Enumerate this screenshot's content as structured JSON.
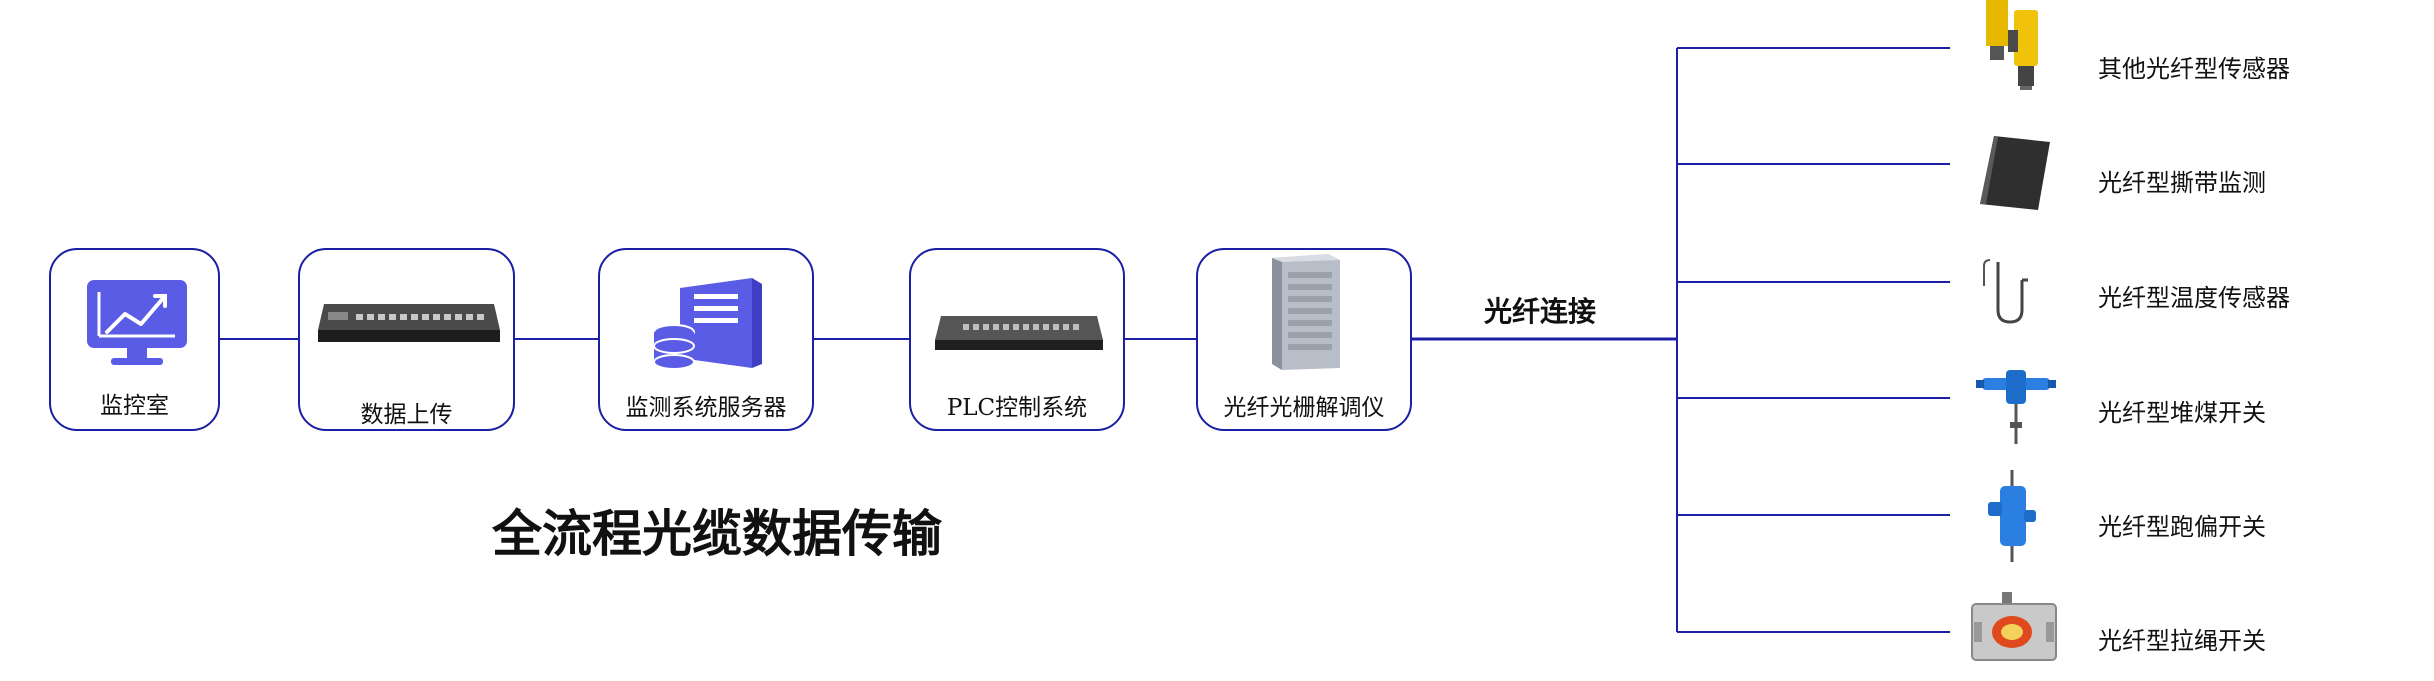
{
  "link_label": "光纤连接",
  "headline": "全流程光缆数据传输",
  "colors": {
    "line": "#1a1fa3",
    "accent": "#5b5ce6",
    "sensor_yellow": "#e6b800",
    "sensor_blue": "#2a7fe0"
  },
  "nodes": [
    {
      "label": "监控室",
      "icon": "monitor-chart-icon"
    },
    {
      "label": "数据上传",
      "icon": "network-switch-icon"
    },
    {
      "label": "监测系统服务器",
      "icon": "server-database-icon"
    },
    {
      "label": "PLC控制系统",
      "icon": "plc-switch-icon"
    },
    {
      "label": "光纤光栅解调仪",
      "icon": "demodulator-tower-icon"
    }
  ],
  "sensors": [
    {
      "label": "其他光纤型传感器",
      "icon": "yellow-sensor-icon"
    },
    {
      "label": "光纤型撕带监测",
      "icon": "tear-plate-icon"
    },
    {
      "label": "光纤型温度传感器",
      "icon": "temperature-probe-icon"
    },
    {
      "label": "光纤型堆煤开关",
      "icon": "coal-pile-switch-icon"
    },
    {
      "label": "光纤型跑偏开关",
      "icon": "deviation-switch-icon"
    },
    {
      "label": "光纤型拉绳开关",
      "icon": "pull-cord-switch-icon"
    }
  ]
}
